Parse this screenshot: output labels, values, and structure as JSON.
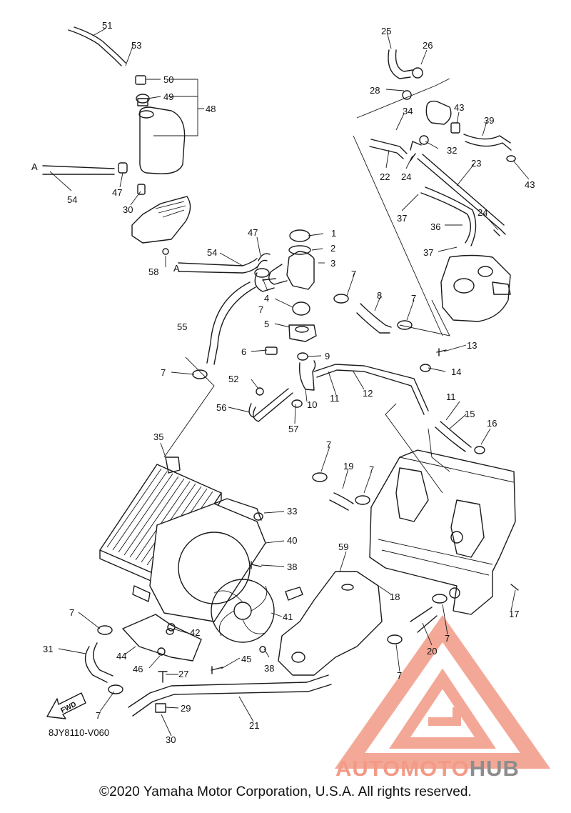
{
  "diagram": {
    "part_numbers": [
      "1",
      "2",
      "3",
      "4",
      "5",
      "6",
      "7",
      "8",
      "9",
      "10",
      "11",
      "12",
      "13",
      "14",
      "15",
      "16",
      "17",
      "18",
      "19",
      "20",
      "21",
      "22",
      "23",
      "24",
      "25",
      "26",
      "27",
      "28",
      "29",
      "30",
      "31",
      "32",
      "33",
      "34",
      "35",
      "36",
      "37",
      "38",
      "39",
      "40",
      "41",
      "42",
      "43",
      "44",
      "45",
      "46",
      "47",
      "48",
      "49",
      "50",
      "51",
      "52",
      "53",
      "54",
      "55",
      "56",
      "57",
      "58",
      "59"
    ],
    "connector_label": "A",
    "direction_label": "FWD",
    "drawing_code": "8JY8110-V060"
  },
  "watermark": {
    "brand_part1": "AUTOMOTO",
    "brand_part2": "HUB",
    "colors": {
      "triangle": "#f29a86",
      "text_accent": "#f39a86",
      "text_gray": "#8d8d8d"
    }
  },
  "footer": {
    "copyright": "©2020 Yamaha Motor Corporation, U.S.A. All rights reserved."
  }
}
